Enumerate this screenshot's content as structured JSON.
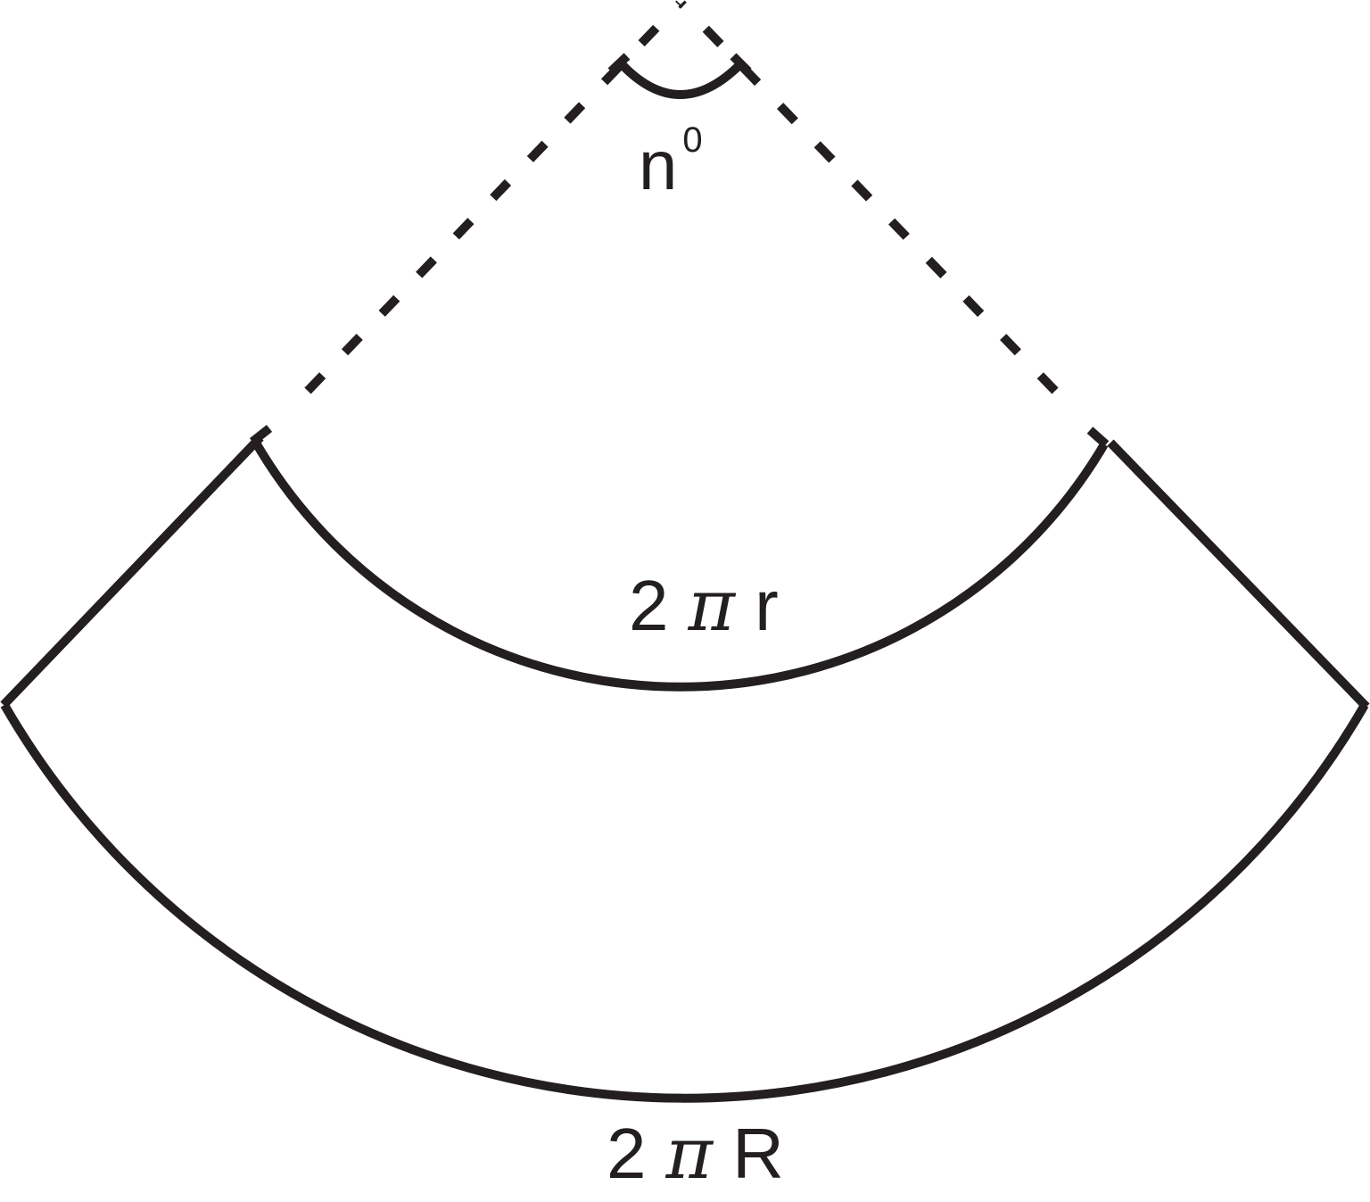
{
  "diagram": {
    "angle_label": "n",
    "angle_superscript": "0",
    "inner_arc_label": {
      "prefix": "2",
      "symbol": "π",
      "suffix": "r"
    },
    "outer_arc_label": {
      "prefix": "2",
      "symbol": "π",
      "suffix": "R"
    },
    "stroke_color": "#231f20"
  }
}
